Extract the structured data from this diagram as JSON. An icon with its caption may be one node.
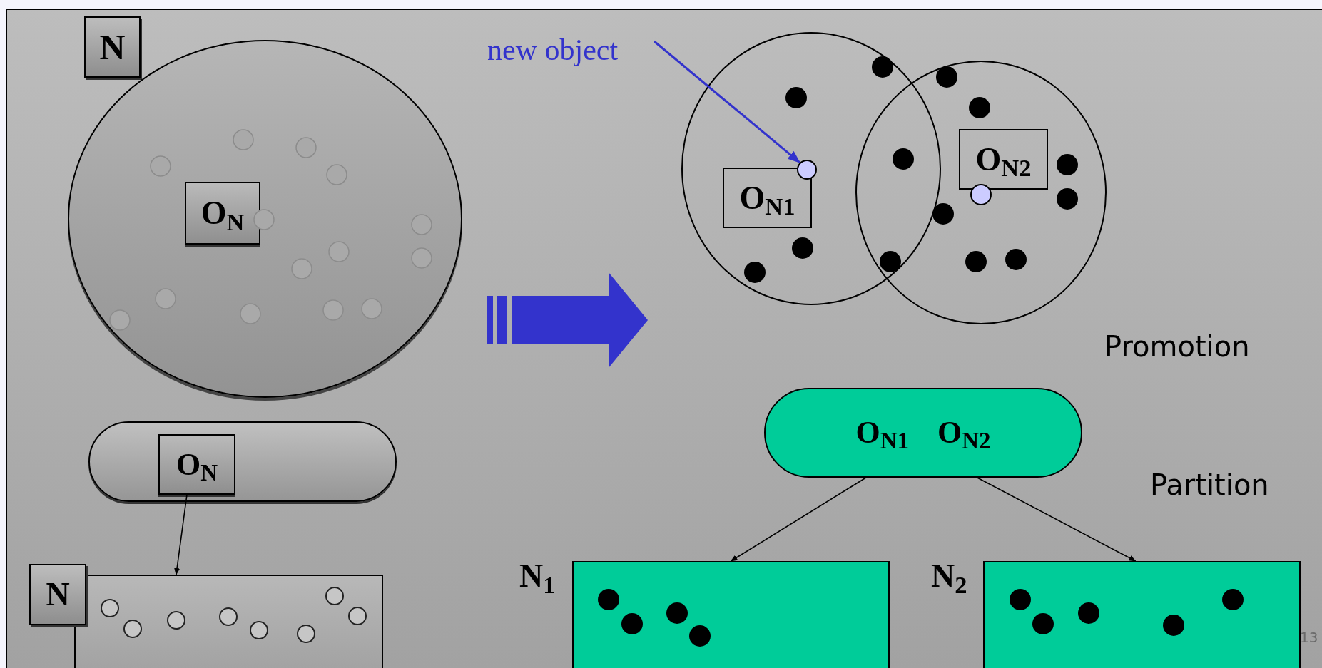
{
  "diagram": {
    "nodes": [
      {
        "text": [
          "N"
        ]
      },
      {
        "text": [],
        "shape": "circle"
      },
      {
        "text": [
          "O$_{N}$"
        ],
        "in": 1
      },
      {
        "text": [],
        "shape": "bar"
      },
      {
        "text": [
          "O$_{N}$"
        ],
        "in": 3
      },
      {
        "text": [],
        "shape": "box"
      },
      {
        "text": [
          "N"
        ]
      },
      {
        "text": [
          "new object"
        ]
      },
      {
        "text": [],
        "shape": "circle"
      },
      {
        "text": [],
        "shape": "circle"
      },
      {
        "text": [
          "O$_{N1}$"
        ],
        "in": 8
      },
      {
        "text": [],
        "shape": "circle",
        "in": 8
      },
      {
        "text": [
          "O$_{N2}$"
        ],
        "in": 9
      },
      {
        "text": [
          "O$_{N1}$",
          "O$_{N2}$"
        ]
      },
      {
        "text": [],
        "shape": "box",
        "beside": [
          "N$_{1}$"
        ]
      },
      {
        "text": [],
        "shape": "box",
        "beside": [
          "N$_{2}$"
        ]
      }
    ],
    "edges": [
      {
        "from": 4,
        "to": 5,
        "arrow": "to"
      },
      {
        "from": 7,
        "to": 11,
        "arrow": "to",
        "color": "#3333cc"
      },
      {
        "from": 13,
        "to": 14,
        "arrow": "to"
      },
      {
        "from": 13,
        "to": 15,
        "arrow": "to"
      }
    ],
    "labels": [
      "Promotion",
      "Partition",
      "13"
    ]
  }
}
